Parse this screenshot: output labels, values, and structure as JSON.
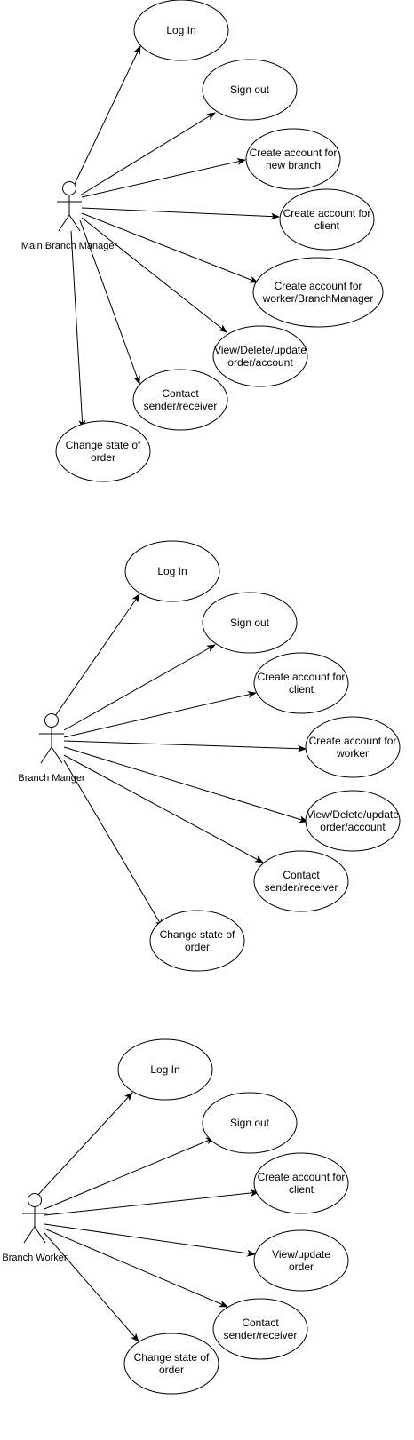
{
  "diagrams": [
    {
      "actor": "Main Branch Manager",
      "use_cases": [
        [
          "Log In"
        ],
        [
          "Sign out"
        ],
        [
          "Create account for",
          "new branch"
        ],
        [
          "Create account for",
          "client"
        ],
        [
          "Create account for",
          "worker/BranchManager"
        ],
        [
          "View/Delete/update",
          "order/account"
        ],
        [
          "Contact",
          "sender/receiver"
        ],
        [
          "Change state of",
          "order"
        ]
      ]
    },
    {
      "actor": "Branch Manger",
      "use_cases": [
        [
          "Log In"
        ],
        [
          "Sign out"
        ],
        [
          "Create account for",
          "client"
        ],
        [
          "Create account for",
          "worker"
        ],
        [
          "View/Delete/update",
          "order/account"
        ],
        [
          "Contact",
          "sender/receiver"
        ],
        [
          "Change state of",
          "order"
        ]
      ]
    },
    {
      "actor": "Branch Worker",
      "use_cases": [
        [
          "Log In"
        ],
        [
          "Sign out"
        ],
        [
          "Create account for",
          "client"
        ],
        [
          "View/update",
          "order"
        ],
        [
          "Contact",
          "sender/receiver"
        ],
        [
          "Change state of",
          "order"
        ]
      ]
    }
  ]
}
